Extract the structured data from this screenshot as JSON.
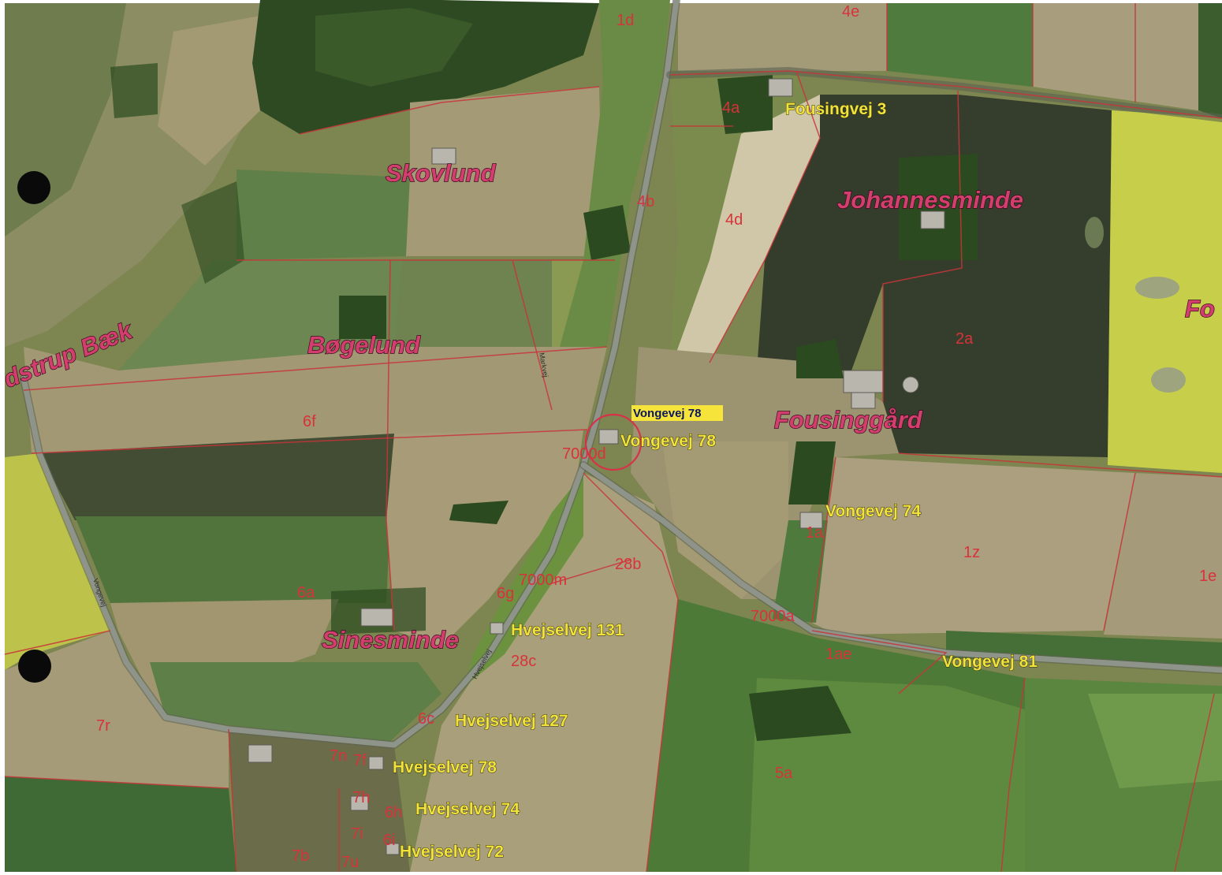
{
  "farms": {
    "skovlund": "Skovlund",
    "johannesminde": "Johannesminde",
    "bogelund": "Bøgelund",
    "fousinggard": "Fousinggård",
    "sinesminde": "Sinesminde",
    "stream": "dstrup Bæk",
    "edge_fo": "Fo"
  },
  "addresses": {
    "fousingvej3": "Fousingvej 3",
    "vongevej78": "Vongevej 78",
    "vongevej74": "Vongevej 74",
    "vongevej81": "Vongevej 81",
    "hvejselvej131": "Hvejselvej 131",
    "hvejselvej127": "Hvejselvej 127",
    "hvejselvej78": "Hvejselvej 78",
    "hvejselvej74": "Hvejselvej 74",
    "hvejselvej72": "Hvejselvej 72"
  },
  "highlight": {
    "label": "Vongevej 78"
  },
  "parcels": {
    "p1d": "1d",
    "p4e": "4e",
    "p4a": "4a",
    "p4d": "4d",
    "p4b": "4b",
    "p2a": "2a",
    "p6f": "6f",
    "p7000d": "7000d",
    "p1a": "1a",
    "p1z": "1z",
    "p1e": "1e",
    "p28b": "28b",
    "p7000m": "7000m",
    "p6a": "6a",
    "p6g": "6g",
    "p28c": "28c",
    "p7000a": "7000a",
    "p1ae": "1ae",
    "p7r": "7r",
    "p5a": "5a",
    "p6c": "6c",
    "p7f": "7f",
    "p7h": "7h",
    "p7i": "7i",
    "p6h": "6h",
    "p6i": "6i",
    "p7b": "7b",
    "p7u": "7u",
    "p7n": "7n"
  },
  "road_labels": {
    "hvejselvej_small": "Hvejselvej",
    "vongevej_small": "Vongevej",
    "markvej_small": "Markvej"
  }
}
